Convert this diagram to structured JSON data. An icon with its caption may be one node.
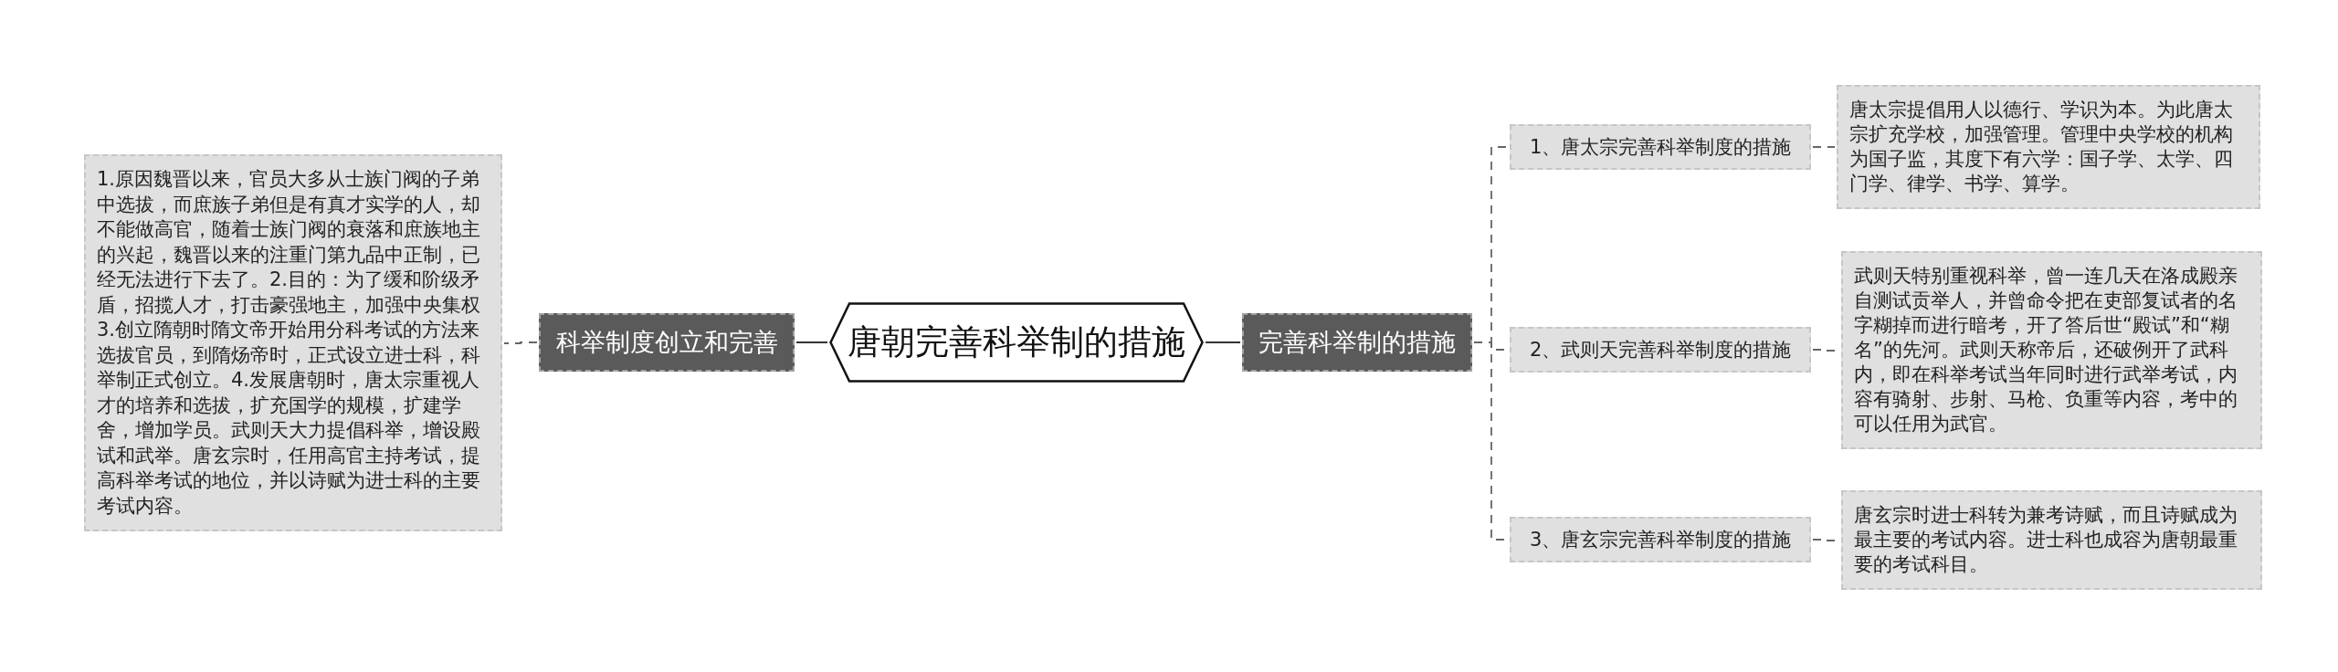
{
  "diagram": {
    "nodes": [
      {
        "text": [
          "唐朝完善科举制的措施"
        ]
      },
      {
        "text": [
          "科举制度创立和完善"
        ]
      },
      {
        "text": [
          "1.原因魏晋以来，官员大多从士族门阀的子弟中选拔，而庶族子弟但是有真才实学的人，却不能做高官，随着士族门阀的衰落和庶族地主的兴起，魏晋以来的注重门第九品中正制，已经无法进行下去了。2.目的：为了缓和阶级矛盾，招揽人才，打击豪强地主，加强中央集权3.创立隋朝时隋文帝开始用分科考试的方法来选拔官员，到隋炀帝时，正式设立进士科，科举制正式创立。4.发展唐朝时，唐太宗重视人才的培养和选拔，扩充国学的规模，扩建学舍，增加学员。武则天大力提倡科举，增设殿试和武举。唐玄宗时，任用高官主持考试，提高科举考试的地位，并以诗赋为进士科的主要考试内容。"
        ]
      },
      {
        "text": [
          "完善科举制的措施"
        ]
      },
      {
        "text": [
          "1、唐太宗完善科举制度的措施"
        ]
      },
      {
        "text": [
          "唐太宗提倡用人以德行、学识为本。为此唐太宗扩充学校，加强管理。管理中央学校的机构为国子监，其度下有六学：国子学、太学、四门学、律学、书学、算学。"
        ]
      },
      {
        "text": [
          "2、武则天完善科举制度的措施"
        ]
      },
      {
        "text": [
          "武则天特别重视科举，曾一连几天在洛成殿亲自测试贡举人，并曾命令把在吏部复试者的名字糊掉而进行暗考，开了答后世“殿试”和“糊名”的先河。武则天称帝后，还破例开了武科内，即在科举考试当年同时进行武举考试，内容有骑射、步射、马枪、负重等内容，考中的可以任用为武官。"
        ]
      },
      {
        "text": [
          "3、唐玄宗完善科举制度的措施"
        ]
      },
      {
        "text": [
          "唐玄宗时进士科转为兼考诗赋，而且诗赋成为最主要的考试内容。进士科也成容为唐朝最重要的考试科目。"
        ]
      }
    ],
    "edges": [
      {
        "from": 0,
        "to": 1,
        "arrow": "none",
        "color": "#333333"
      },
      {
        "from": 1,
        "to": 2,
        "arrow": "none",
        "style": "dashed"
      },
      {
        "from": 0,
        "to": 3,
        "arrow": "none",
        "color": "#333333"
      },
      {
        "from": 3,
        "to": 4,
        "arrow": "none",
        "style": "dashed"
      },
      {
        "from": 3,
        "to": 6,
        "arrow": "none",
        "style": "dashed"
      },
      {
        "from": 3,
        "to": 8,
        "arrow": "none",
        "style": "dashed"
      },
      {
        "from": 4,
        "to": 5,
        "arrow": "none",
        "style": "dashed"
      },
      {
        "from": 6,
        "to": 7,
        "arrow": "none",
        "style": "dashed"
      },
      {
        "from": 8,
        "to": 9,
        "arrow": "none",
        "style": "dashed"
      }
    ]
  }
}
